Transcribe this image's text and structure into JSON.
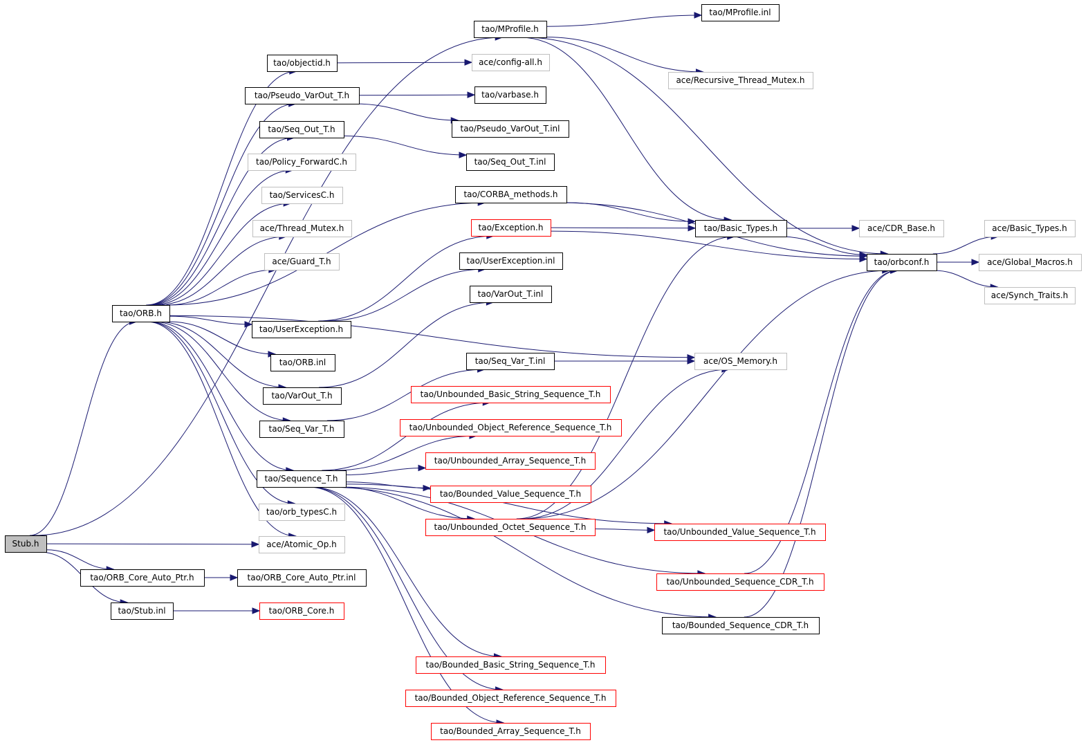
{
  "graph": {
    "nodes": [
      {
        "id": "stub_h",
        "label": "Stub.h",
        "kind": "root"
      },
      {
        "id": "mprofile_h",
        "label": "tao/MProfile.h",
        "kind": "normal"
      },
      {
        "id": "mprofile_inl",
        "label": "tao/MProfile.inl",
        "kind": "normal"
      },
      {
        "id": "recursive_mutex",
        "label": "ace/Recursive_Thread_Mutex.h",
        "kind": "external"
      },
      {
        "id": "objectid_h",
        "label": "tao/objectid.h",
        "kind": "normal"
      },
      {
        "id": "config_all",
        "label": "ace/config-all.h",
        "kind": "external"
      },
      {
        "id": "pseudo_varout_h",
        "label": "tao/Pseudo_VarOut_T.h",
        "kind": "normal"
      },
      {
        "id": "varbase_h",
        "label": "tao/varbase.h",
        "kind": "normal"
      },
      {
        "id": "pseudo_varout_inl",
        "label": "tao/Pseudo_VarOut_T.inl",
        "kind": "normal"
      },
      {
        "id": "seq_out_h",
        "label": "tao/Seq_Out_T.h",
        "kind": "normal"
      },
      {
        "id": "seq_out_inl",
        "label": "tao/Seq_Out_T.inl",
        "kind": "normal"
      },
      {
        "id": "policy_fwd",
        "label": "tao/Policy_ForwardC.h",
        "kind": "external"
      },
      {
        "id": "servicesc",
        "label": "tao/ServicesC.h",
        "kind": "external"
      },
      {
        "id": "thread_mutex",
        "label": "ace/Thread_Mutex.h",
        "kind": "external"
      },
      {
        "id": "guard_t",
        "label": "ace/Guard_T.h",
        "kind": "external"
      },
      {
        "id": "orb_h",
        "label": "tao/ORB.h",
        "kind": "normal"
      },
      {
        "id": "corba_methods",
        "label": "tao/CORBA_methods.h",
        "kind": "normal"
      },
      {
        "id": "exception_h",
        "label": "tao/Exception.h",
        "kind": "red"
      },
      {
        "id": "basic_types_tao",
        "label": "tao/Basic_Types.h",
        "kind": "normal"
      },
      {
        "id": "cdr_base",
        "label": "ace/CDR_Base.h",
        "kind": "external"
      },
      {
        "id": "orbconf",
        "label": "tao/orbconf.h",
        "kind": "normal"
      },
      {
        "id": "basic_types_ace",
        "label": "ace/Basic_Types.h",
        "kind": "external"
      },
      {
        "id": "global_macros",
        "label": "ace/Global_Macros.h",
        "kind": "external"
      },
      {
        "id": "synch_traits",
        "label": "ace/Synch_Traits.h",
        "kind": "external"
      },
      {
        "id": "userexception_inl",
        "label": "tao/UserException.inl",
        "kind": "normal"
      },
      {
        "id": "userexception_h",
        "label": "tao/UserException.h",
        "kind": "normal"
      },
      {
        "id": "varout_inl",
        "label": "tao/VarOut_T.inl",
        "kind": "normal"
      },
      {
        "id": "orb_inl",
        "label": "tao/ORB.inl",
        "kind": "normal"
      },
      {
        "id": "os_memory",
        "label": "ace/OS_Memory.h",
        "kind": "external"
      },
      {
        "id": "seq_var_inl",
        "label": "tao/Seq_Var_T.inl",
        "kind": "normal"
      },
      {
        "id": "varout_h",
        "label": "tao/VarOut_T.h",
        "kind": "normal"
      },
      {
        "id": "ubss",
        "label": "tao/Unbounded_Basic_String_Sequence_T.h",
        "kind": "red"
      },
      {
        "id": "seq_var_h",
        "label": "tao/Seq_Var_T.h",
        "kind": "normal"
      },
      {
        "id": "uors",
        "label": "tao/Unbounded_Object_Reference_Sequence_T.h",
        "kind": "red"
      },
      {
        "id": "uas",
        "label": "tao/Unbounded_Array_Sequence_T.h",
        "kind": "red"
      },
      {
        "id": "sequence_t",
        "label": "tao/Sequence_T.h",
        "kind": "normal"
      },
      {
        "id": "bvs",
        "label": "tao/Bounded_Value_Sequence_T.h",
        "kind": "red"
      },
      {
        "id": "orb_typesc",
        "label": "tao/orb_typesC.h",
        "kind": "external"
      },
      {
        "id": "uos",
        "label": "tao/Unbounded_Octet_Sequence_T.h",
        "kind": "red"
      },
      {
        "id": "uvs",
        "label": "tao/Unbounded_Value_Sequence_T.h",
        "kind": "red"
      },
      {
        "id": "atomic_op",
        "label": "ace/Atomic_Op.h",
        "kind": "external"
      },
      {
        "id": "orb_core_auto_ptr_h",
        "label": "tao/ORB_Core_Auto_Ptr.h",
        "kind": "normal"
      },
      {
        "id": "orb_core_auto_ptr_inl",
        "label": "tao/ORB_Core_Auto_Ptr.inl",
        "kind": "normal"
      },
      {
        "id": "usc",
        "label": "tao/Unbounded_Sequence_CDR_T.h",
        "kind": "red"
      },
      {
        "id": "stub_inl",
        "label": "tao/Stub.inl",
        "kind": "normal"
      },
      {
        "id": "orb_core_h",
        "label": "tao/ORB_Core.h",
        "kind": "red"
      },
      {
        "id": "bsc",
        "label": "tao/Bounded_Sequence_CDR_T.h",
        "kind": "normal"
      },
      {
        "id": "bbss",
        "label": "tao/Bounded_Basic_String_Sequence_T.h",
        "kind": "red"
      },
      {
        "id": "bors",
        "label": "tao/Bounded_Object_Reference_Sequence_T.h",
        "kind": "red"
      },
      {
        "id": "bas",
        "label": "tao/Bounded_Array_Sequence_T.h",
        "kind": "red"
      }
    ],
    "edges": [
      {
        "from": "stub_h",
        "to": "mprofile_h"
      },
      {
        "from": "stub_h",
        "to": "orb_h"
      },
      {
        "from": "stub_h",
        "to": "atomic_op"
      },
      {
        "from": "stub_h",
        "to": "orb_core_auto_ptr_h"
      },
      {
        "from": "stub_h",
        "to": "stub_inl"
      },
      {
        "from": "mprofile_h",
        "to": "mprofile_inl"
      },
      {
        "from": "mprofile_h",
        "to": "recursive_mutex"
      },
      {
        "from": "mprofile_h",
        "to": "basic_types_tao"
      },
      {
        "from": "mprofile_h",
        "to": "orbconf"
      },
      {
        "from": "objectid_h",
        "to": "config_all"
      },
      {
        "from": "pseudo_varout_h",
        "to": "varbase_h"
      },
      {
        "from": "pseudo_varout_h",
        "to": "pseudo_varout_inl"
      },
      {
        "from": "seq_out_h",
        "to": "seq_out_inl"
      },
      {
        "from": "orb_h",
        "to": "objectid_h"
      },
      {
        "from": "orb_h",
        "to": "pseudo_varout_h"
      },
      {
        "from": "orb_h",
        "to": "seq_out_h"
      },
      {
        "from": "orb_h",
        "to": "policy_fwd"
      },
      {
        "from": "orb_h",
        "to": "servicesc"
      },
      {
        "from": "orb_h",
        "to": "thread_mutex"
      },
      {
        "from": "orb_h",
        "to": "guard_t"
      },
      {
        "from": "orb_h",
        "to": "corba_methods"
      },
      {
        "from": "orb_h",
        "to": "userexception_h"
      },
      {
        "from": "orb_h",
        "to": "orb_inl"
      },
      {
        "from": "orb_h",
        "to": "varout_h"
      },
      {
        "from": "orb_h",
        "to": "seq_var_h"
      },
      {
        "from": "orb_h",
        "to": "sequence_t"
      },
      {
        "from": "orb_h",
        "to": "orb_typesc"
      },
      {
        "from": "orb_h",
        "to": "atomic_op"
      },
      {
        "from": "orb_h",
        "to": "os_memory"
      },
      {
        "from": "corba_methods",
        "to": "basic_types_tao"
      },
      {
        "from": "corba_methods",
        "to": "orbconf"
      },
      {
        "from": "exception_h",
        "to": "basic_types_tao"
      },
      {
        "from": "exception_h",
        "to": "orbconf"
      },
      {
        "from": "basic_types_tao",
        "to": "cdr_base"
      },
      {
        "from": "basic_types_tao",
        "to": "orbconf"
      },
      {
        "from": "orbconf",
        "to": "basic_types_ace"
      },
      {
        "from": "orbconf",
        "to": "global_macros"
      },
      {
        "from": "orbconf",
        "to": "synch_traits"
      },
      {
        "from": "userexception_h",
        "to": "exception_h"
      },
      {
        "from": "userexception_h",
        "to": "userexception_inl"
      },
      {
        "from": "varout_h",
        "to": "varout_inl"
      },
      {
        "from": "seq_var_h",
        "to": "seq_var_inl"
      },
      {
        "from": "seq_var_inl",
        "to": "os_memory"
      },
      {
        "from": "sequence_t",
        "to": "ubss"
      },
      {
        "from": "sequence_t",
        "to": "uors"
      },
      {
        "from": "sequence_t",
        "to": "uas"
      },
      {
        "from": "sequence_t",
        "to": "bvs"
      },
      {
        "from": "sequence_t",
        "to": "uos"
      },
      {
        "from": "sequence_t",
        "to": "uvs"
      },
      {
        "from": "sequence_t",
        "to": "usc"
      },
      {
        "from": "sequence_t",
        "to": "bsc"
      },
      {
        "from": "sequence_t",
        "to": "bbss"
      },
      {
        "from": "sequence_t",
        "to": "bors"
      },
      {
        "from": "sequence_t",
        "to": "bas"
      },
      {
        "from": "uos",
        "to": "uvs"
      },
      {
        "from": "uos",
        "to": "os_memory"
      },
      {
        "from": "uos",
        "to": "basic_types_tao"
      },
      {
        "from": "uos",
        "to": "orbconf"
      },
      {
        "from": "usc",
        "to": "orbconf"
      },
      {
        "from": "bsc",
        "to": "orbconf"
      },
      {
        "from": "orb_core_auto_ptr_h",
        "to": "orb_core_auto_ptr_inl"
      },
      {
        "from": "stub_inl",
        "to": "orb_core_h"
      }
    ]
  }
}
